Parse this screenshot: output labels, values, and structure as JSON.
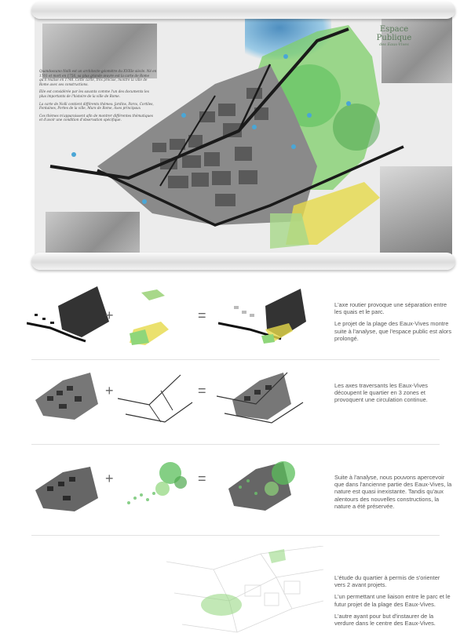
{
  "poster": {
    "title_line1": "Espace",
    "title_line2": "Publique",
    "subtitle": "des Eaux-Vives",
    "intro_p1": "Quandoscano Nolli est un architecte-géomètre du XVIIIe siècle. Né en 1701 et mort en 1756, sa plus grande œuvre est la carte de Rome qu'il réalise en 1748. Cette carte, très précise, montre la ville de Rome avec ses constructions.",
    "intro_p2": "Elle est considérée par les savants comme l'un des documents les plus importants de l'histoire de la ville de Rome.",
    "intro_list": "La carte de Nolli contient différents thèmes: Jardins, Parcs, Cortiles, Fontaines, Portes de la ville, Murs de Rome, Axes principaux",
    "intro_p3": "Ces thèmes m'apparaissent afin de montrer différentes thématiques et d'avoir une condition d'observation spécifique."
  },
  "rows": [
    {
      "caption": [
        "L'axe routier provoque une séparation entre les quais et le parc.",
        "Le projet de la plage des Eaux-Vives montre suite à l'analyse, que l'espace public est alors prolongé."
      ]
    },
    {
      "caption": [
        "Les axes traversants les Eaux-Vives découpent le quartier en 3 zones et provoquent une circulation continue."
      ]
    },
    {
      "caption": [
        "Suite à l'analyse, nous pouvons apercevoir que dans l'ancienne partie des Eaux-Vives, la nature est quasi inexistante. Tandis qu'aux alentours des nouvelles constructions, la nature a été préservée."
      ]
    },
    {
      "caption": [
        "L'étude du quartier à permis de s'orienter vers 2 avant projets.",
        "L'un permettant une liaison entre le parc et le futur projet de la plage des Eaux-Vives.",
        "L'autre ayant pour but d'instaurer de la verdure dans le centre des Eaux-Vives."
      ]
    }
  ],
  "operators": {
    "plus": "+",
    "equals": "="
  },
  "colors": {
    "park_green": "#5bbf5b",
    "building_grey": "#6b6b6b",
    "road_black": "#1a1a1a",
    "water_blue": "#4aa6d6",
    "beach_yellow": "#e6d94a"
  }
}
